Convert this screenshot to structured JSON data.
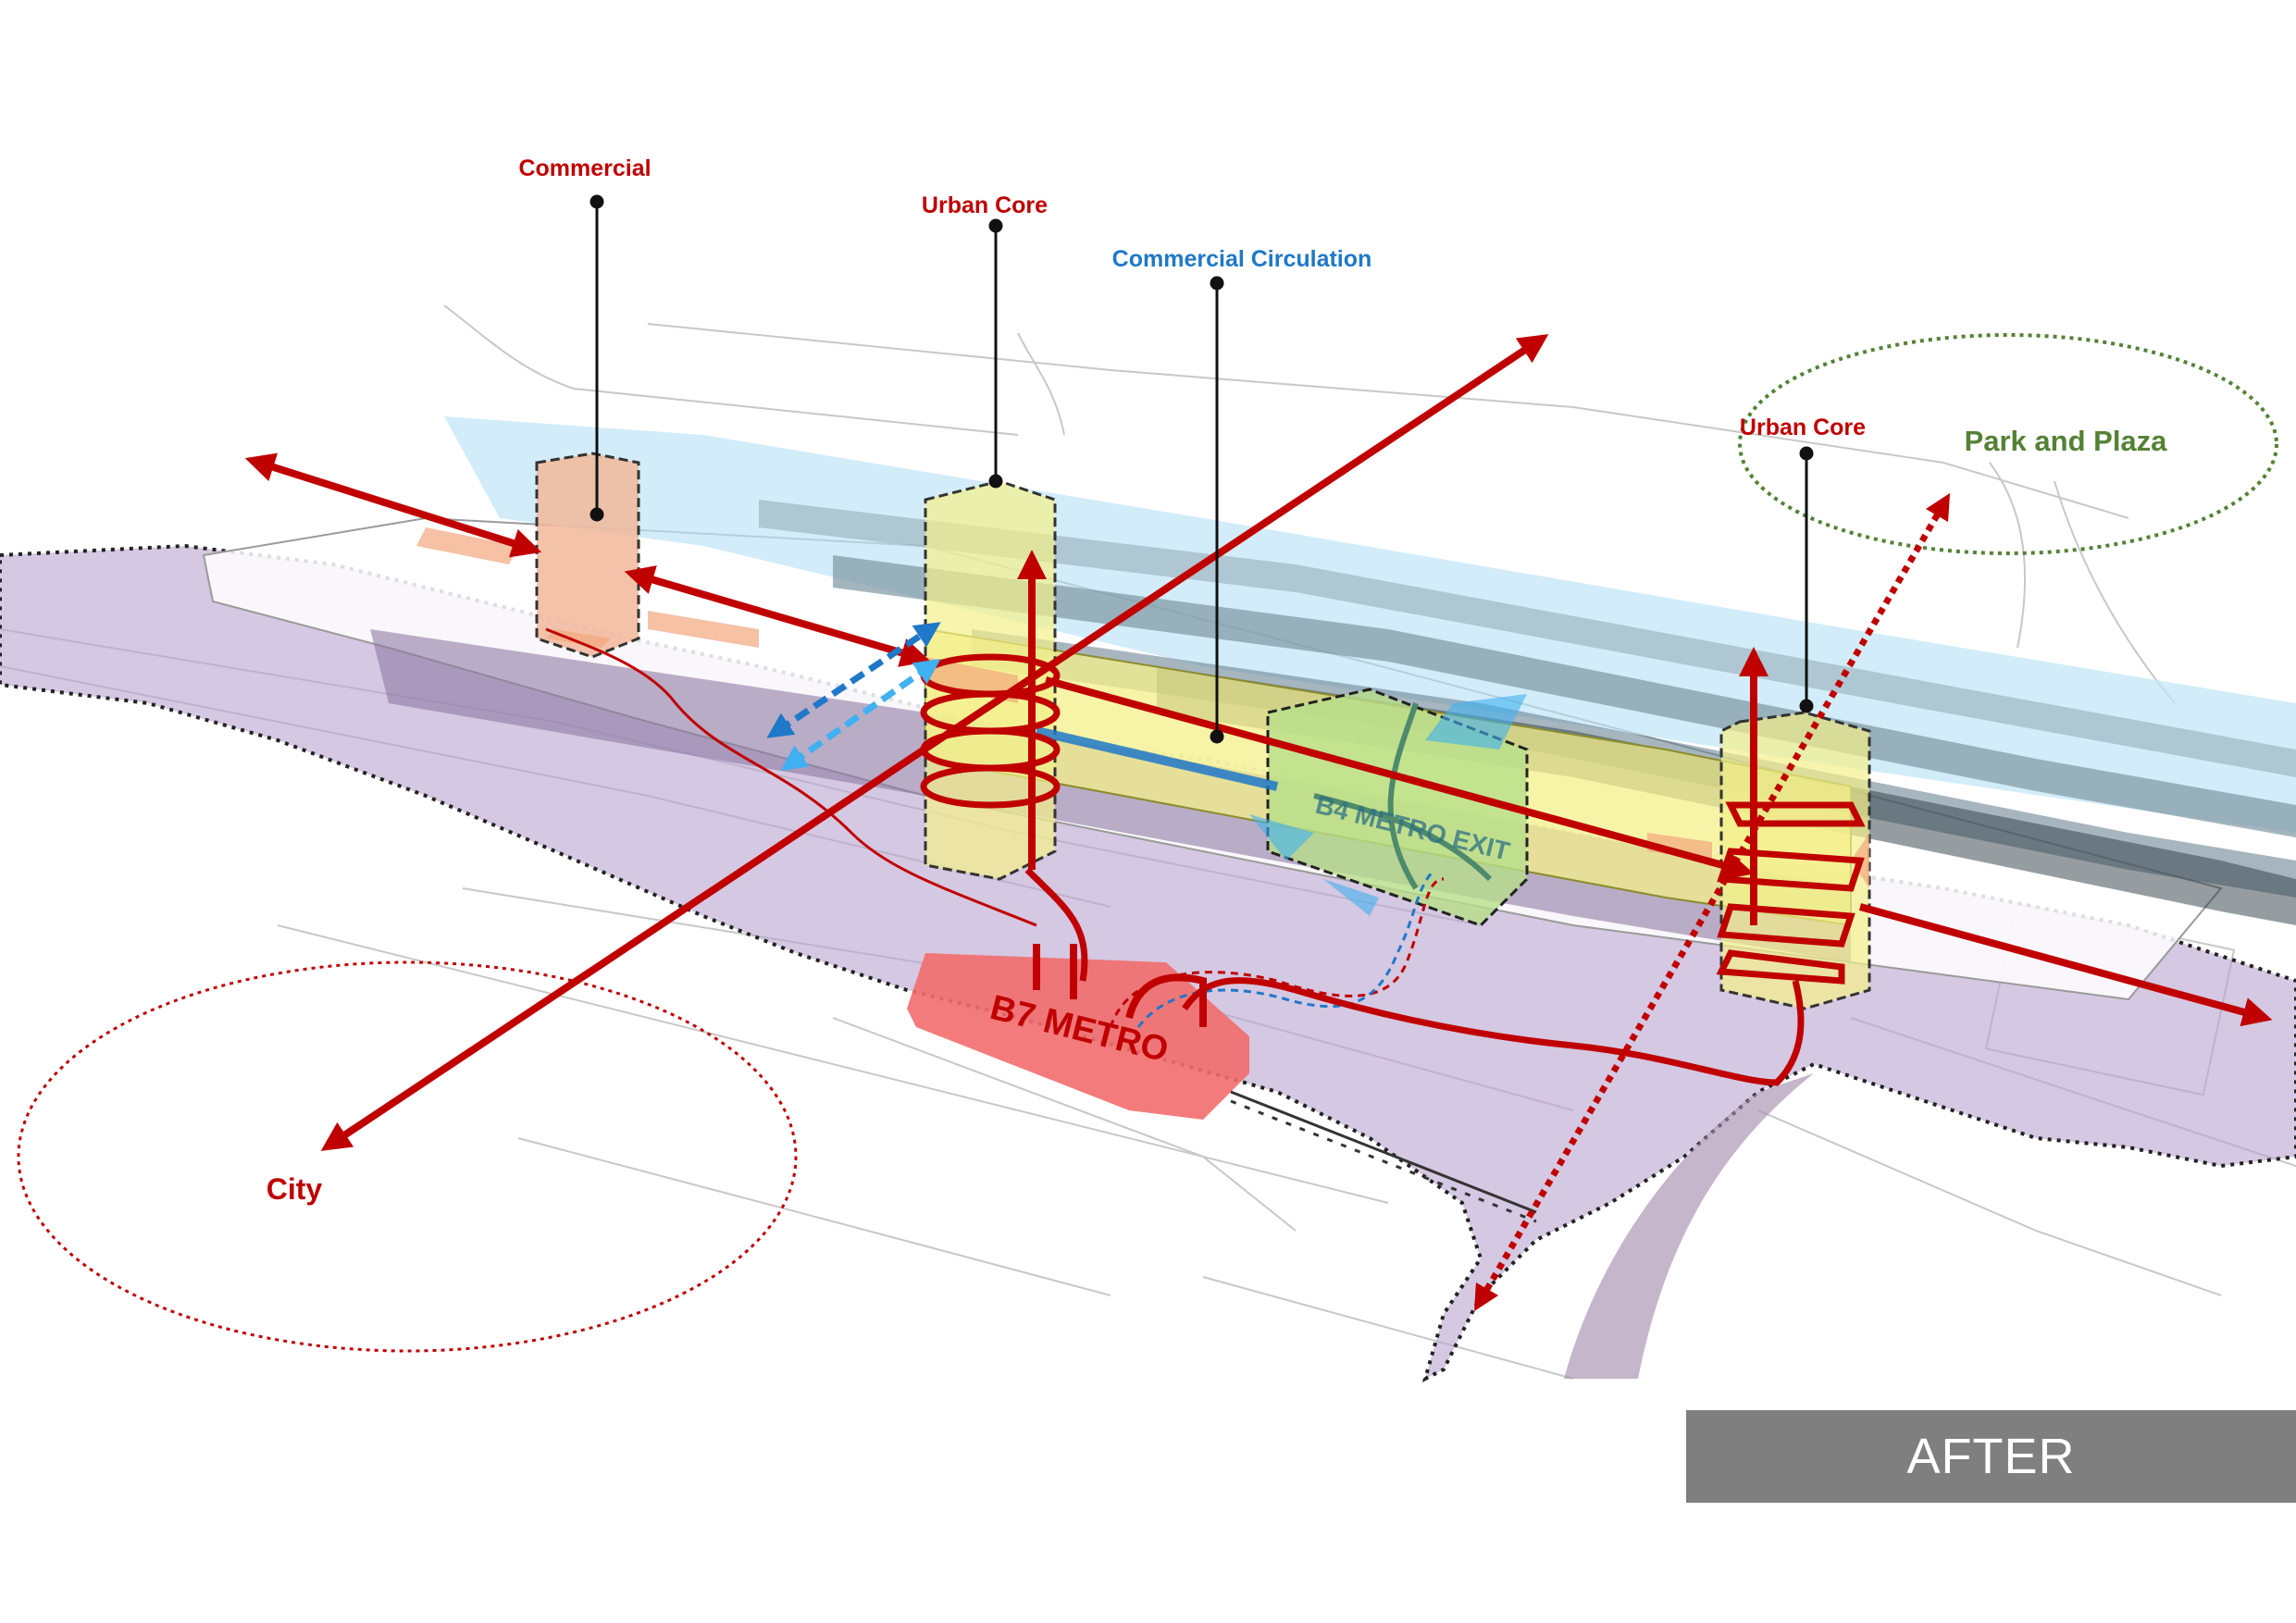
{
  "labels": {
    "commercial": "Commercial",
    "urban_core_left": "Urban Core",
    "commercial_circulation": "Commercial Circulation",
    "urban_core_right": "Urban Core",
    "park_and_plaza": "Park and Plaza",
    "city": "City",
    "b7_metro": "B7 METRO",
    "b4_metro_exit": "B4 METRO EXIT"
  },
  "badge": {
    "text": "AFTER"
  },
  "colors": {
    "red": "#c00000",
    "blue": "#1f78c8",
    "light_blue": "#3fb0f0",
    "green": "#548235",
    "purple": "#b9a3cf",
    "yellow": "#f4f08a",
    "peach": "#f2b79a",
    "metro_red": "#f26d6d",
    "badge_gray": "#7f7f7f"
  }
}
